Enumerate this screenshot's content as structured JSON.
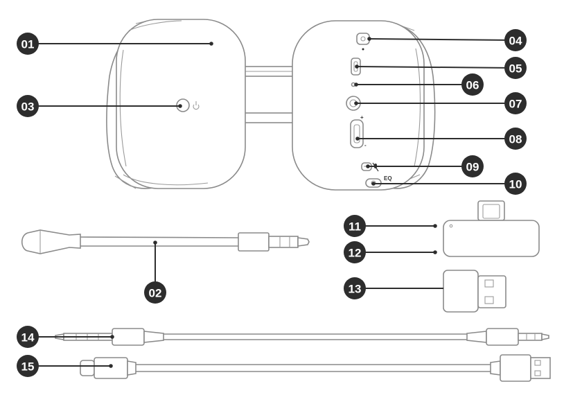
{
  "callouts": [
    {
      "id": "01"
    },
    {
      "id": "02"
    },
    {
      "id": "03"
    },
    {
      "id": "04"
    },
    {
      "id": "05"
    },
    {
      "id": "06"
    },
    {
      "id": "07"
    },
    {
      "id": "08"
    },
    {
      "id": "09"
    },
    {
      "id": "10"
    },
    {
      "id": "11"
    },
    {
      "id": "12"
    },
    {
      "id": "13"
    },
    {
      "id": "14"
    },
    {
      "id": "15"
    }
  ],
  "port_marks": {
    "plus": "+",
    "minus": "-",
    "eq": "EQ"
  },
  "colors": {
    "badge": "#2d2d2d",
    "line": "#8a8a8a"
  }
}
